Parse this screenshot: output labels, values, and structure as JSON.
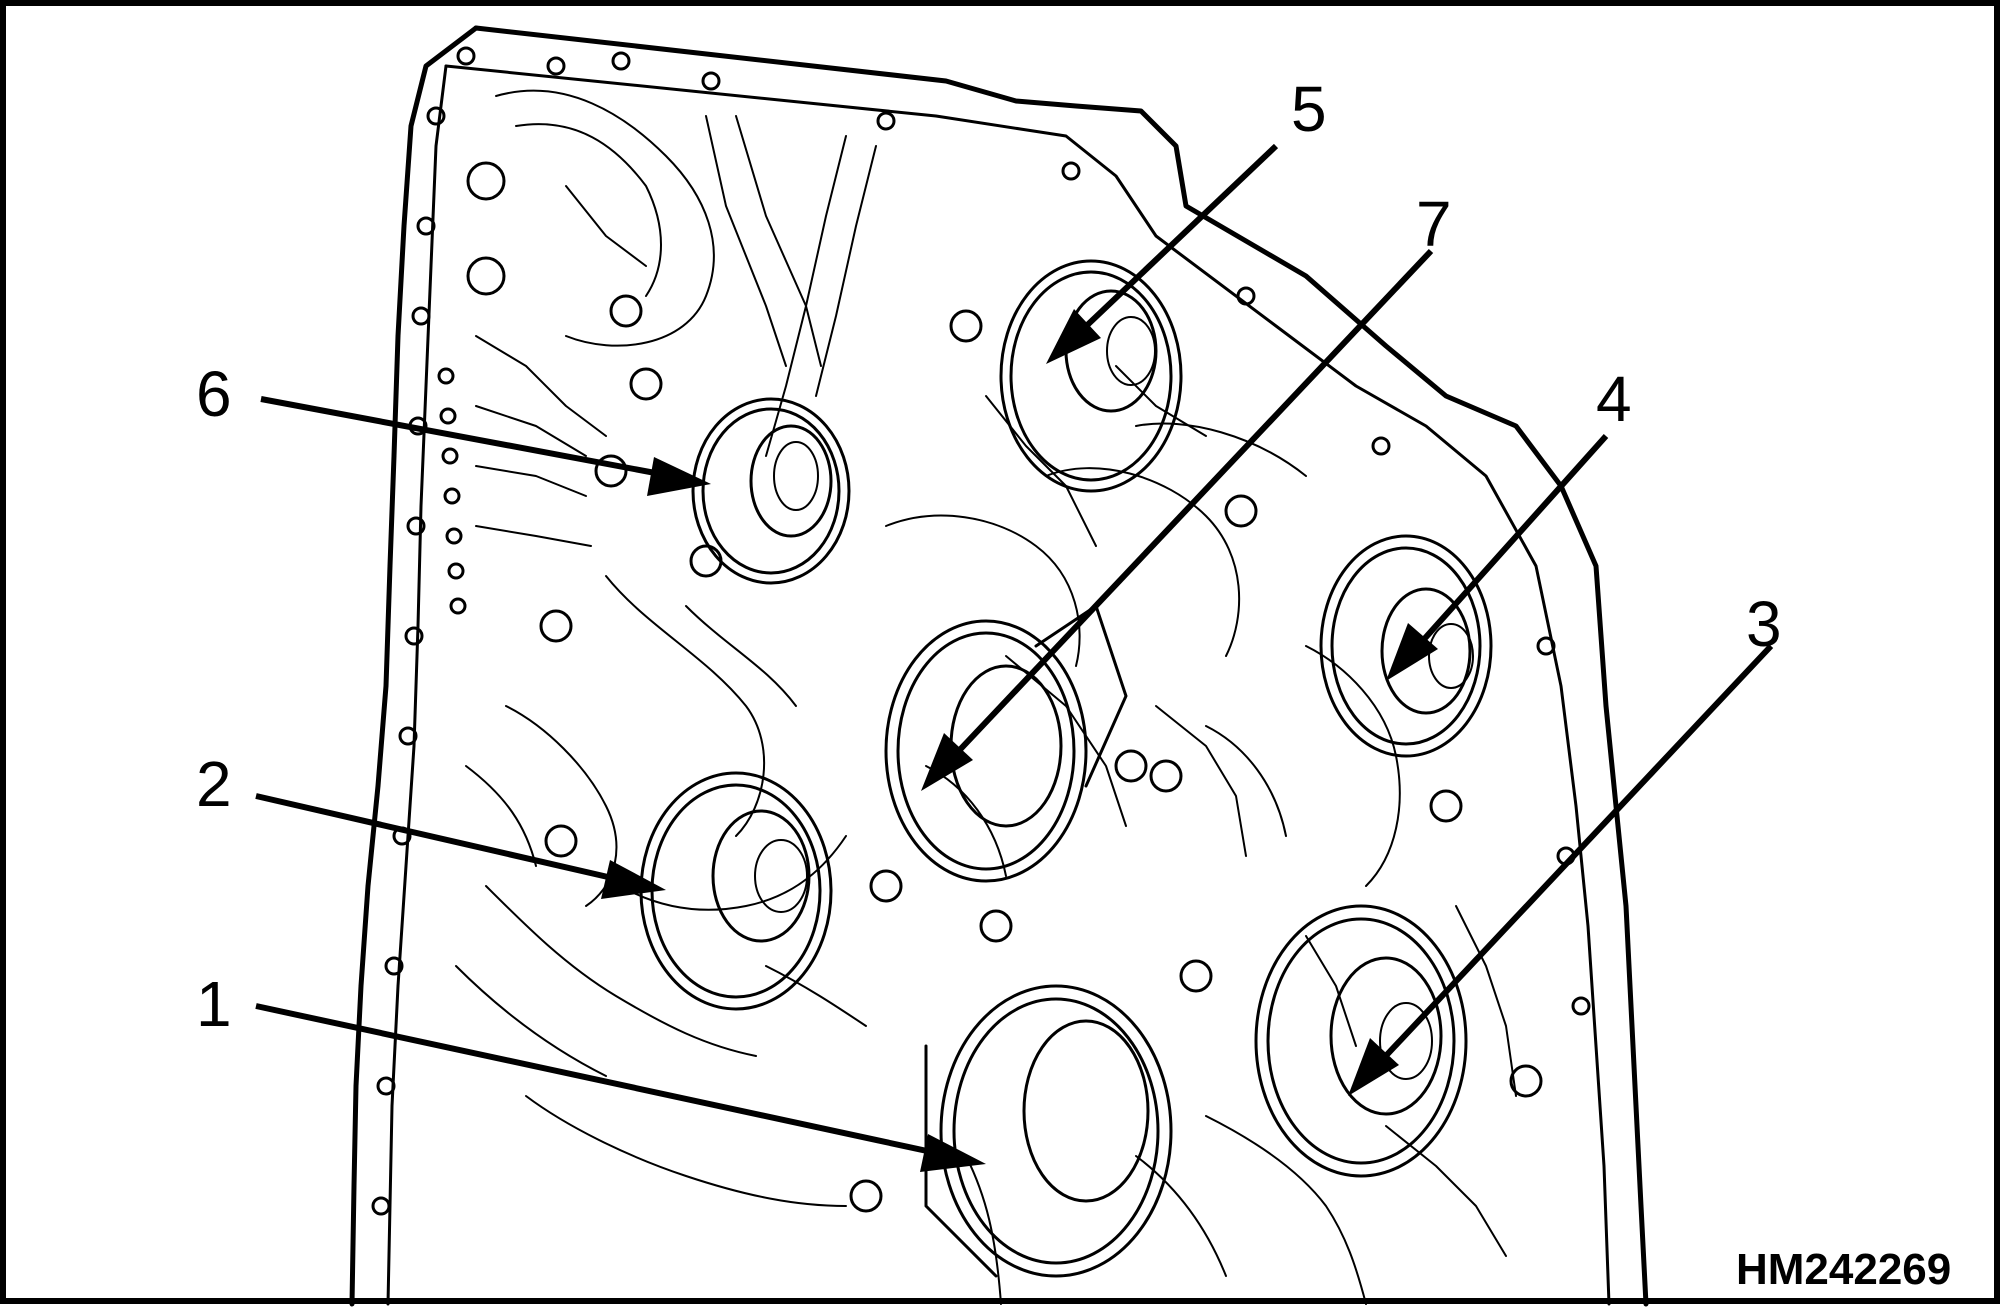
{
  "figure": {
    "id": "HM242269"
  },
  "callouts": [
    {
      "label": "1"
    },
    {
      "label": "2"
    },
    {
      "label": "3"
    },
    {
      "label": "4"
    },
    {
      "label": "5"
    },
    {
      "label": "6"
    },
    {
      "label": "7"
    }
  ]
}
